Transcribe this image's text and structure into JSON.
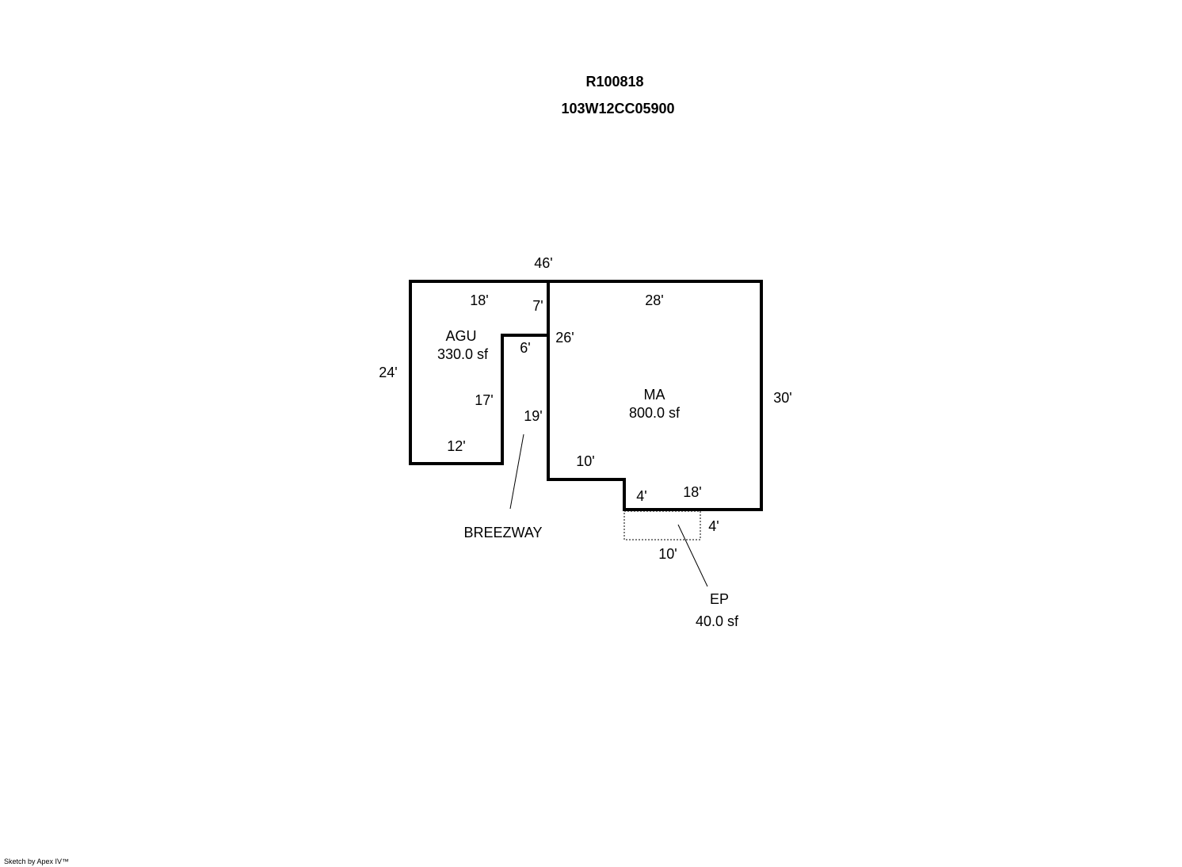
{
  "header": {
    "title": "R100818",
    "subtitle": "103W12CC05900"
  },
  "areas": {
    "agu": {
      "name": "AGU",
      "area": "330.0 sf"
    },
    "ma": {
      "name": "MA",
      "area": "800.0 sf"
    },
    "ep": {
      "name": "EP",
      "area": "40.0 sf"
    },
    "breezway": {
      "name": "BREEZWAY"
    }
  },
  "dimensions": {
    "top_total": "46'",
    "agu_top": "18'",
    "agu_notch_vertical": "7'",
    "agu_notch_horizontal": "6'",
    "agu_left": "24'",
    "agu_inner_vertical": "17'",
    "agu_bottom": "12'",
    "ma_top": "28'",
    "ma_left_upper": "26'",
    "ma_left_lower": "19'",
    "ma_right": "30'",
    "ma_bottom_left": "10'",
    "ma_step": "4'",
    "ma_bottom_right": "18'",
    "ep_side": "4'",
    "ep_bottom": "10'"
  },
  "footer": {
    "credit": "Sketch by Apex IV™"
  },
  "colors": {
    "line": "#000000",
    "background": "#ffffff"
  }
}
